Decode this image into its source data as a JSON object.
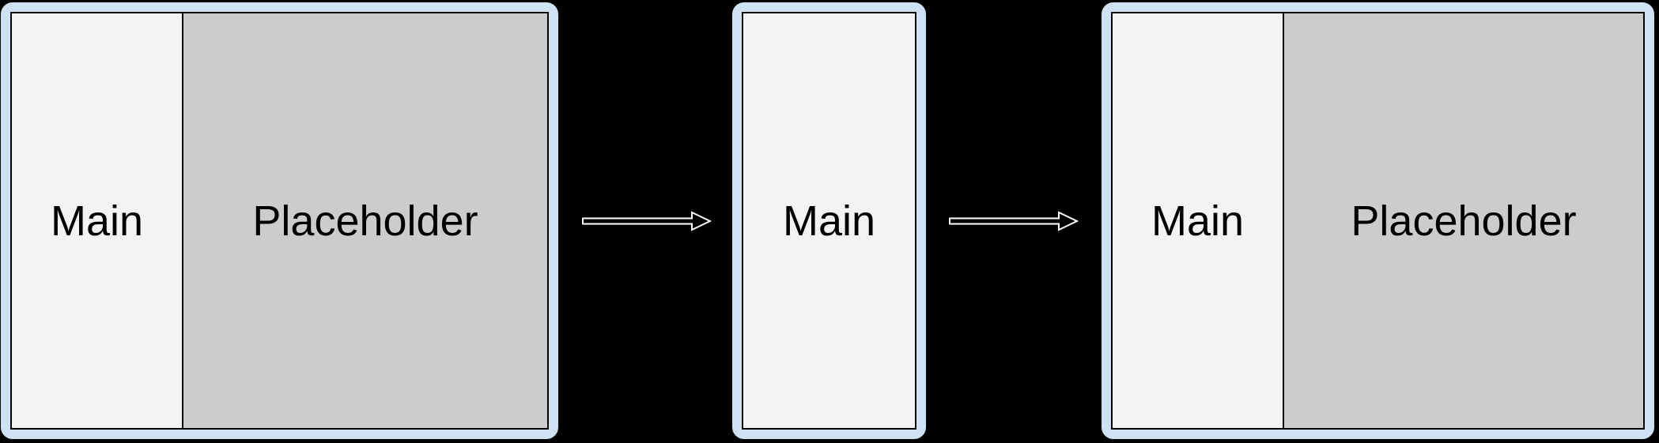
{
  "diagram": {
    "description": "layout-state-transition",
    "background": "#000000",
    "colors": {
      "panel_fill": "#cfe2f3",
      "main_fill": "#f3f3f3",
      "placeholder_fill": "#cccccc",
      "region_border": "#000000",
      "arrow_fill": "#000000",
      "arrow_outline": "#ffffff",
      "label_color": "#000000"
    },
    "panels": [
      {
        "name": "expanded-before",
        "regions": [
          {
            "label": "Main"
          },
          {
            "label": "Placeholder"
          }
        ]
      },
      {
        "name": "collapsed",
        "regions": [
          {
            "label": "Main"
          }
        ]
      },
      {
        "name": "expanded-after",
        "regions": [
          {
            "label": "Main"
          },
          {
            "label": "Placeholder"
          }
        ]
      }
    ],
    "arrows": [
      {
        "name": "transition-arrow-1",
        "direction": "right"
      },
      {
        "name": "transition-arrow-2",
        "direction": "right"
      }
    ]
  }
}
